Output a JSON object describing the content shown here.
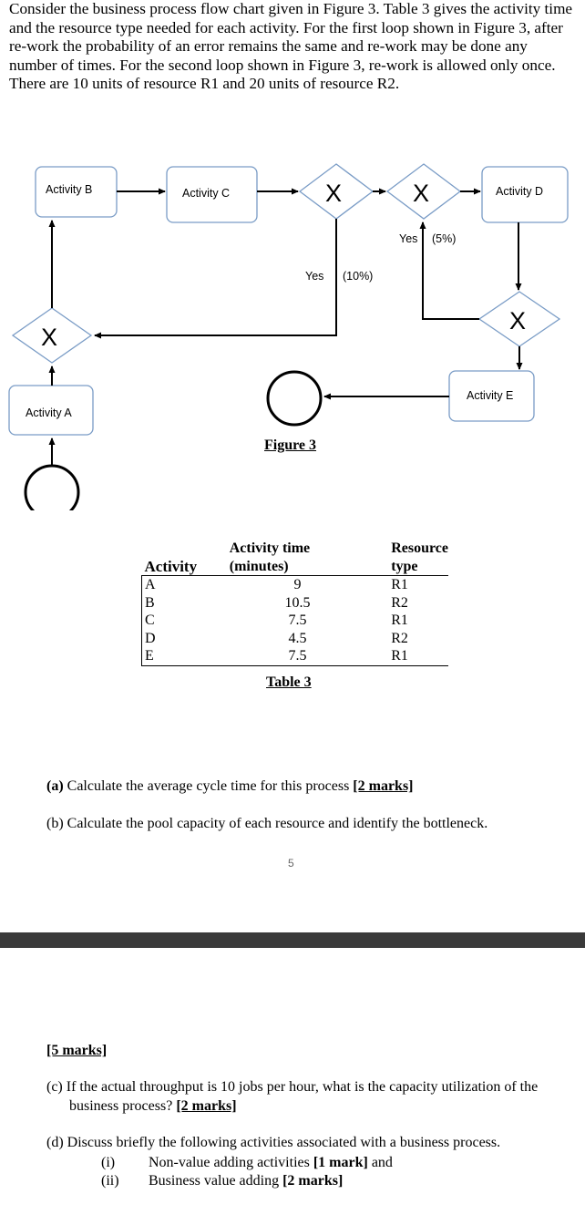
{
  "intro": "Consider the business process flow chart given in Figure 3. Table 3 gives the activity time and the resource type needed for each activity. For the first loop shown in Figure 3, after re-work the probability of an error remains the same and re-work may be done any number of times. For the second loop shown in Figure 3, re-work is allowed only once. There are 10 units of resource R1 and 20 units of resource R2.",
  "figure": {
    "activity_a": "Activity A",
    "activity_b": "Activity B",
    "activity_c": "Activity C",
    "activity_d": "Activity D",
    "activity_e": "Activity E",
    "gateway_symbol": "X",
    "loop1_label": "Yes",
    "loop1_prob": "(10%)",
    "loop2_label": "Yes",
    "loop2_prob": "(5%)",
    "caption": "Figure 3"
  },
  "table": {
    "headers": [
      "Activity",
      "Activity time (minutes)",
      "Resource type"
    ],
    "header_time_line1": "Activity time",
    "header_time_line2": "(minutes)",
    "header_res_line1": "Resource",
    "header_res_line2": "type",
    "rows": [
      {
        "activity": "A",
        "time": "9",
        "resource": "R1"
      },
      {
        "activity": "B",
        "time": "10.5",
        "resource": "R2"
      },
      {
        "activity": "C",
        "time": "7.5",
        "resource": "R1"
      },
      {
        "activity": "D",
        "time": "4.5",
        "resource": "R2"
      },
      {
        "activity": "E",
        "time": "7.5",
        "resource": "R1"
      }
    ],
    "caption": "Table 3"
  },
  "questions": {
    "a_label": "(a)",
    "a_text": " Calculate the average cycle time for this process ",
    "a_marks": "[2 marks]",
    "b_text": "(b) Calculate the pool capacity of each resource and identify the bottleneck.",
    "page_number": "5",
    "b_marks": "[5 marks]",
    "c_text": "(c) If the actual throughput is 10 jobs per hour, what is the capacity utilization of the business process? ",
    "c_marks": "[2 marks]",
    "d_text": "(d) Discuss briefly the following activities associated with a business process.",
    "d_i_num": "(i)",
    "d_i_text": "Non-value adding activities ",
    "d_i_marks": "[1 mark]",
    "d_i_tail": " and",
    "d_ii_num": "(ii)",
    "d_ii_text": "Business value adding ",
    "d_ii_marks": "[2 marks]"
  }
}
